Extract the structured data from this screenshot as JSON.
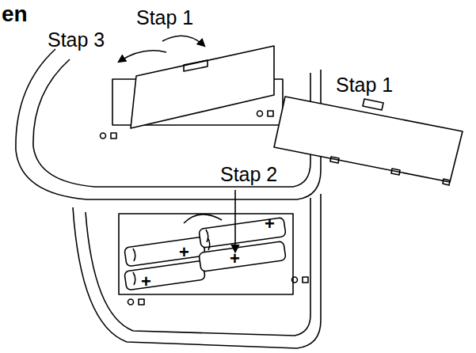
{
  "diagram": {
    "title": "en",
    "labels": [
      "Stap 1",
      "Stap 3",
      "Stap 1",
      "Stap 2",
      "+",
      "+",
      "+",
      "+"
    ]
  }
}
